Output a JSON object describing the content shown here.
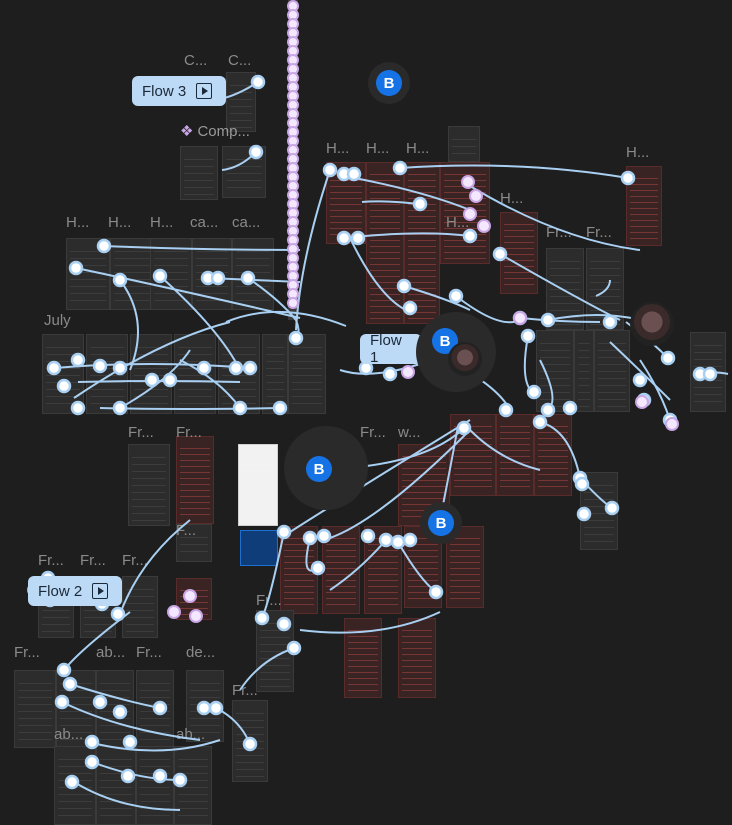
{
  "flows": [
    {
      "label": "Flow 3"
    },
    {
      "label": "Flow 1"
    },
    {
      "label": "Flow 2"
    }
  ],
  "component_label": "Comp...",
  "avatar_initial": "B",
  "frame_labels": [
    "C...",
    "C...",
    "H...",
    "H...",
    "H...",
    "H...",
    "H...",
    "H...",
    "H...",
    "ca...",
    "ca...",
    "H...",
    "H...",
    "July",
    "Fr...",
    "Fr...",
    "Fr...",
    "Fr...",
    "Fr...",
    "w...",
    "Fr...",
    "Fr...",
    "Fr...",
    "F...",
    "Fr...",
    "Fr...",
    "ab...",
    "Fr...",
    "de...",
    "ab...",
    "ab...",
    "Fr..."
  ],
  "colors": {
    "canvas": "#1e1e1e",
    "connector": "#a9d0f2",
    "flow_chip": "#bcd9f5",
    "avatar_badge": "#1673e6",
    "component_accent": "#c9a6e6"
  }
}
